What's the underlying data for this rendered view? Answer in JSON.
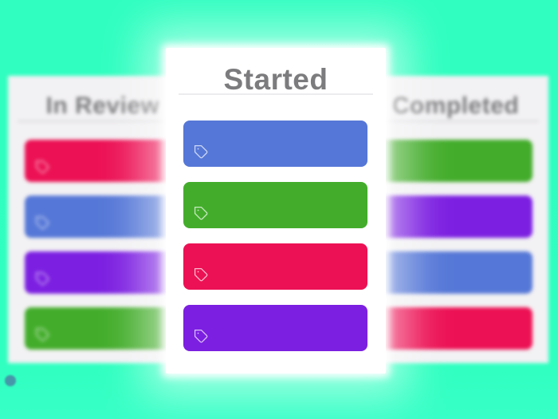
{
  "board": {
    "columns": [
      {
        "id": "in-review",
        "title": "In Review",
        "state": "blurred-background",
        "cards": [
          {
            "color": "red",
            "tag_icon": true
          },
          {
            "color": "blue",
            "tag_icon": true
          },
          {
            "color": "purple",
            "tag_icon": true
          },
          {
            "color": "green",
            "tag_icon": true
          }
        ]
      },
      {
        "id": "started",
        "title": "Started",
        "state": "focused-foreground",
        "cards": [
          {
            "color": "blue",
            "tag_icon": true
          },
          {
            "color": "green",
            "tag_icon": true
          },
          {
            "color": "red",
            "tag_icon": true
          },
          {
            "color": "purple",
            "tag_icon": true
          }
        ]
      },
      {
        "id": "completed",
        "title": "Completed",
        "state": "blurred-background",
        "cards": [
          {
            "color": "green",
            "tag_icon": false
          },
          {
            "color": "purple",
            "tag_icon": false
          },
          {
            "color": "blue",
            "tag_icon": false
          },
          {
            "color": "red",
            "tag_icon": false
          }
        ]
      }
    ]
  },
  "colors": {
    "background": "#2FFFC0",
    "panel_focused": "#FFFFFF",
    "panel_blurred": "#F2F1F3",
    "heading_text": "#7C7C7E",
    "divider": "#D9D9DC",
    "card_red": "#EC1154",
    "card_blue": "#5577D7",
    "card_purple": "#7C1FE1",
    "card_green": "#43AD2B",
    "tag_icon_stroke": "rgba(255,255,255,0.72)",
    "corner_dot": "#4697A9"
  },
  "icons": {
    "card_tag": "tag-icon"
  }
}
